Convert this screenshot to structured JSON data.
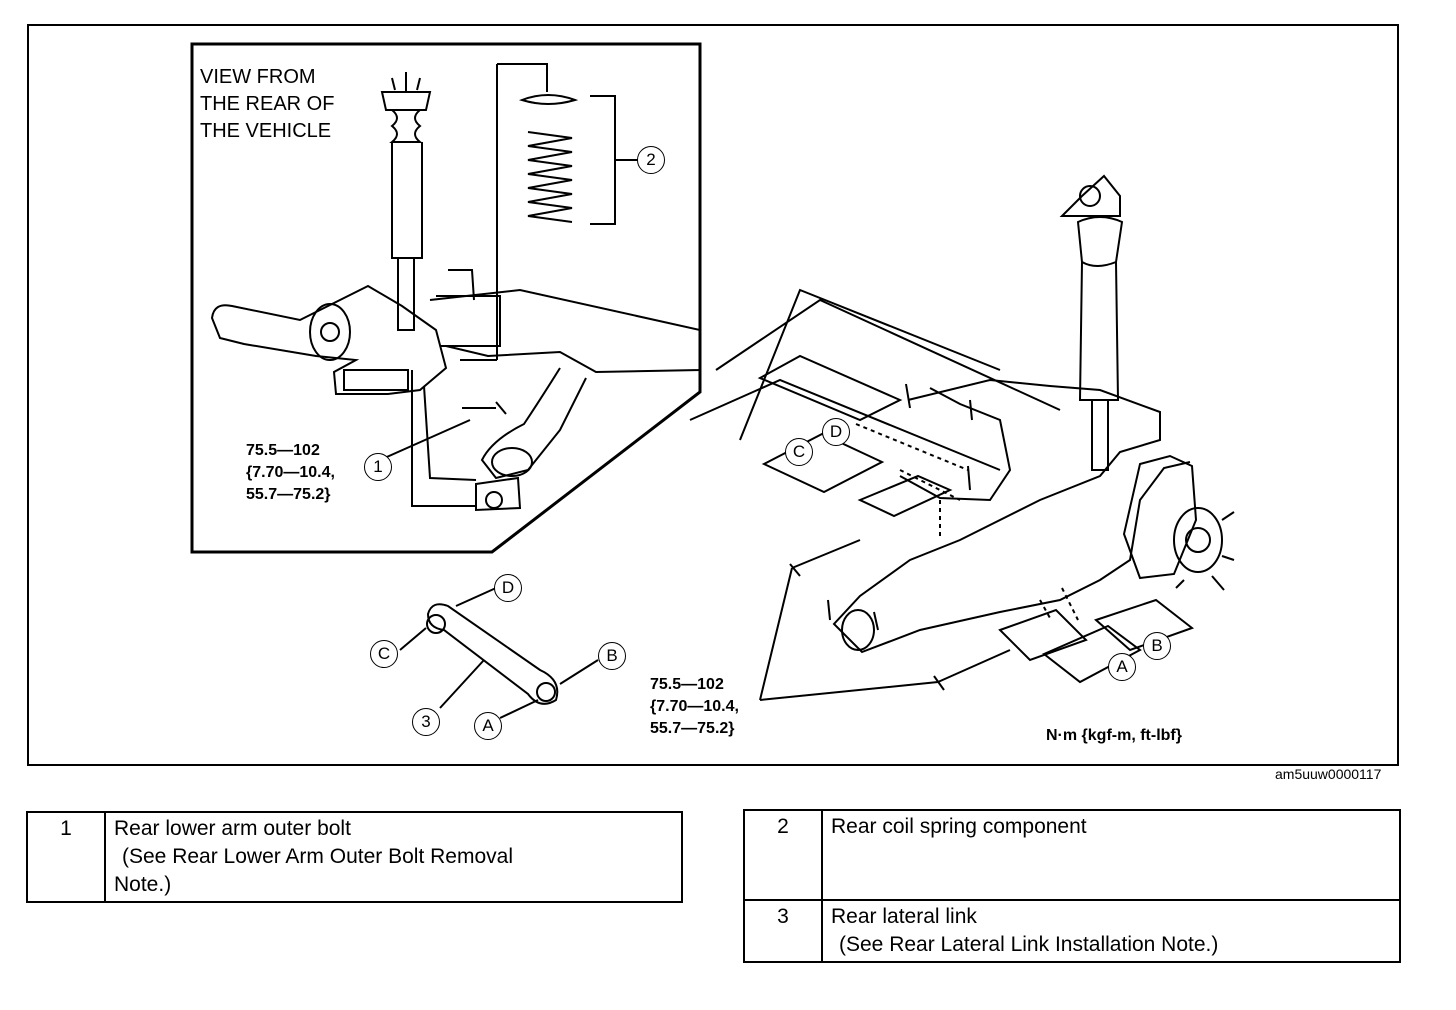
{
  "inset": {
    "title_lines": [
      "VIEW FROM",
      "THE REAR OF",
      "THE VEHICLE"
    ]
  },
  "callouts": {
    "c1": "1",
    "c2": "2",
    "c3": "3",
    "cA_link": "A",
    "cB_link": "B",
    "cC_link": "C",
    "cD_link": "D",
    "cA_main": "A",
    "cB_main": "B",
    "cC_main": "C",
    "cD_main": "D"
  },
  "torque_specs": {
    "inset_spec": [
      "75.5—102",
      "{7.70—10.4,",
      "55.7—75.2}"
    ],
    "main_spec": [
      "75.5—102",
      "{7.70—10.4,",
      "55.7—75.2}"
    ]
  },
  "units_label": "N·m {kgf-m, ft-lbf}",
  "figure_code": "am5uuw0000117",
  "parts_table_left": [
    {
      "num": "1",
      "lines": [
        "Rear lower arm outer bolt",
        "(See Rear Lower Arm Outer Bolt Removal",
        "Note.)"
      ]
    }
  ],
  "parts_table_right": [
    {
      "num": "2",
      "lines": [
        "Rear coil spring component"
      ]
    },
    {
      "num": "3",
      "lines": [
        "Rear lateral link",
        "(See Rear Lateral Link Installation Note.)"
      ]
    }
  ]
}
